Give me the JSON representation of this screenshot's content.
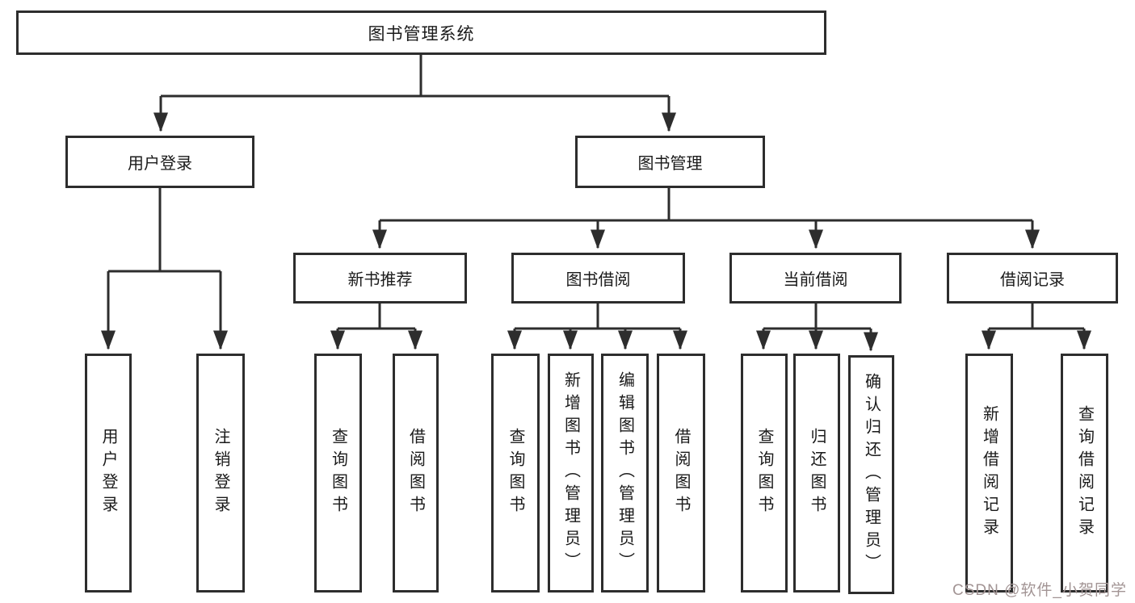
{
  "diagram": {
    "tree": {
      "label": "图书管理系统",
      "children": [
        {
          "label": "用户登录",
          "children": [
            {
              "label": "用户登录"
            },
            {
              "label": "注销登录"
            }
          ]
        },
        {
          "label": "图书管理",
          "children": [
            {
              "label": "新书推荐",
              "children": [
                {
                  "label": "查询图书"
                },
                {
                  "label": "借阅图书"
                }
              ]
            },
            {
              "label": "图书借阅",
              "children": [
                {
                  "label": "查询图书"
                },
                {
                  "label": "新增图书（管理员）"
                },
                {
                  "label": "编辑图书（管理员）"
                },
                {
                  "label": "借阅图书"
                }
              ]
            },
            {
              "label": "当前借阅",
              "children": [
                {
                  "label": "查询图书"
                },
                {
                  "label": "归还图书"
                },
                {
                  "label": "确认归还（管理员）"
                }
              ]
            },
            {
              "label": "借阅记录",
              "children": [
                {
                  "label": "新增借阅记录"
                },
                {
                  "label": "查询借阅记录"
                }
              ]
            }
          ]
        }
      ]
    },
    "watermark": "CSDN @软件_小贺同学",
    "colors": {
      "line": "#2d2d2d",
      "box_border": "#2d2d2d",
      "text": "#1a1a1a",
      "watermark": "#a29494",
      "background": "#ffffff"
    }
  }
}
